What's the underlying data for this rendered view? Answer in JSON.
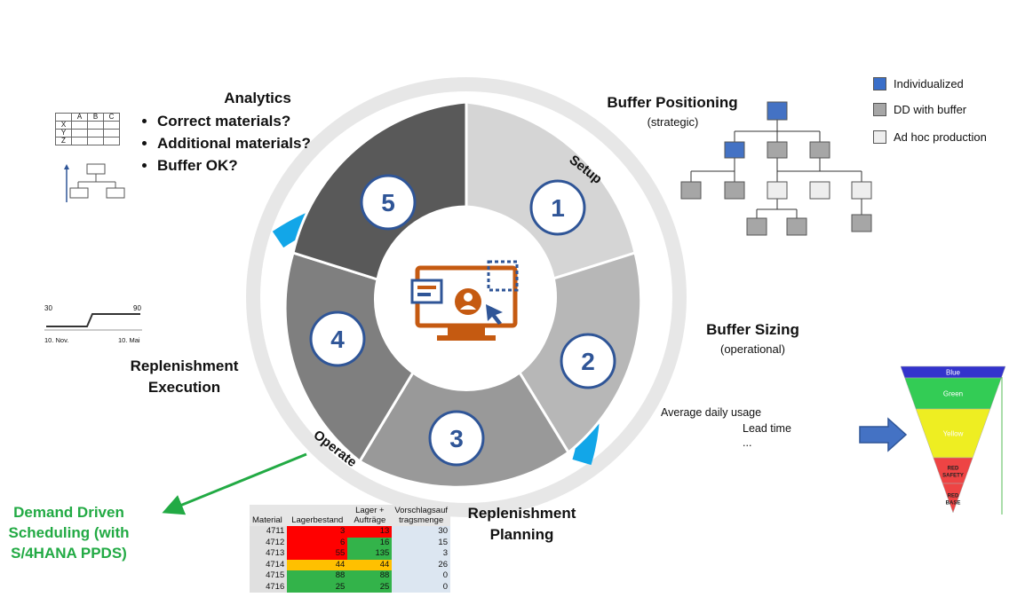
{
  "cycle": {
    "setup_label": "Setup",
    "operate_label": "Operate",
    "steps": [
      {
        "number": "1"
      },
      {
        "number": "2"
      },
      {
        "number": "3"
      },
      {
        "number": "4"
      },
      {
        "number": "5"
      }
    ]
  },
  "analytics": {
    "title": "Analytics",
    "bullets": [
      "Correct materials?",
      "Additional materials?",
      "Buffer OK?"
    ],
    "mini_table": {
      "header": [
        "",
        "A",
        "B",
        "C"
      ],
      "rows": [
        "X",
        "Y",
        "Z"
      ]
    }
  },
  "buffer_positioning": {
    "title": "Buffer Positioning",
    "subtitle": "(strategic)"
  },
  "legend": [
    {
      "label": "Individualized",
      "color": "#3a6fc9"
    },
    {
      "label": "DD with buffer",
      "color": "#a6a6a6"
    },
    {
      "label": "Ad hoc production",
      "color": "#eeeeee"
    }
  ],
  "buffer_sizing": {
    "title": "Buffer Sizing",
    "subtitle": "(operational)",
    "factors": [
      "Average daily usage",
      "Lead time",
      "..."
    ]
  },
  "buffer_zones": [
    {
      "label": "Blue",
      "color": "#3333cc"
    },
    {
      "label": "Green",
      "color": "#33cc55"
    },
    {
      "label": "Yellow",
      "color": "#eeee22"
    },
    {
      "label": "RED SAFETY",
      "color": "#ee4444"
    },
    {
      "label": "RED BASE",
      "color": "#ee4444"
    }
  ],
  "replenishment_execution": {
    "title_line1": "Replenishment",
    "title_line2": "Execution"
  },
  "replenishment_planning": {
    "title_line1": "Replenishment",
    "title_line2": "Planning"
  },
  "step_chart": {
    "left_value": "30",
    "right_value": "90",
    "left_date": "10. Nov.",
    "right_date": "10. Mai"
  },
  "ddpps": {
    "line1": "Demand Driven",
    "line2": "Scheduling (with",
    "line3": "S/4HANA PPDS)",
    "color": "#22aa44"
  },
  "stock_table": {
    "headers": [
      "Material",
      "Lagerbestand",
      "Lager + Aufträge",
      "Vorschlagsauf tragsmenge"
    ],
    "rows": [
      {
        "material": "4711",
        "stock": "3",
        "stock_orders": "13",
        "proposal": "30",
        "c1": "red",
        "c2": "red"
      },
      {
        "material": "4712",
        "stock": "6",
        "stock_orders": "16",
        "proposal": "15",
        "c1": "red",
        "c2": "green"
      },
      {
        "material": "4713",
        "stock": "55",
        "stock_orders": "135",
        "proposal": "3",
        "c1": "red",
        "c2": "green"
      },
      {
        "material": "4714",
        "stock": "44",
        "stock_orders": "44",
        "proposal": "26",
        "c1": "yellow",
        "c2": "yellow"
      },
      {
        "material": "4715",
        "stock": "88",
        "stock_orders": "88",
        "proposal": "0",
        "c1": "green",
        "c2": "green"
      },
      {
        "material": "4716",
        "stock": "25",
        "stock_orders": "25",
        "proposal": "0",
        "c1": "green",
        "c2": "green"
      }
    ]
  }
}
